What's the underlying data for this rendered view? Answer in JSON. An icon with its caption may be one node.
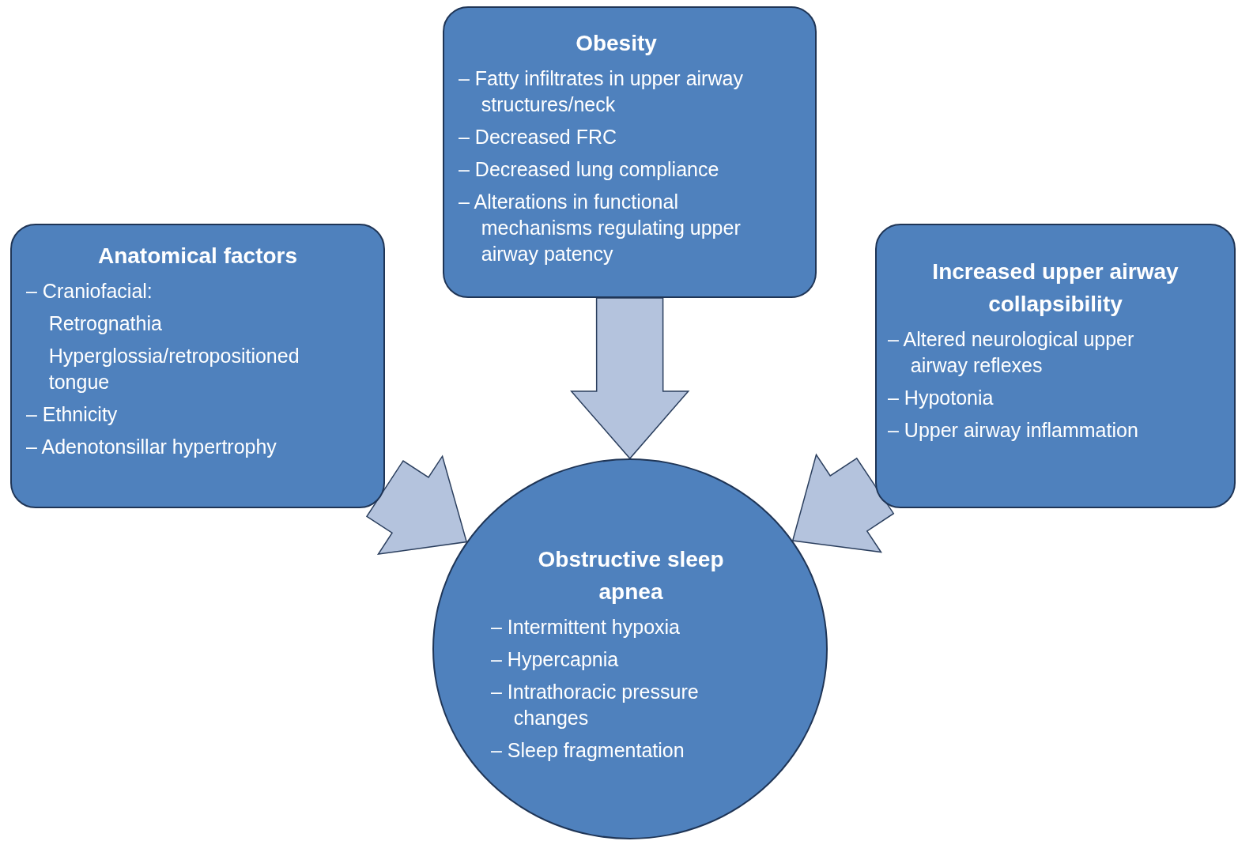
{
  "diagram": {
    "nodes": [
      {
        "text": [
          "Obesity",
          "– Fatty infiltrates in upper airway structures/neck",
          "– Decreased FRC",
          "– Decreased lung compliance",
          "– Alterations in functional mechanisms regulating upper airway patency"
        ]
      },
      {
        "text": [
          "Anatomical factors",
          "– Craniofacial:",
          "Retrognathia",
          "Hyperglossia/retropositioned tongue",
          "– Ethnicity",
          "– Adenotonsillar hypertrophy"
        ]
      },
      {
        "text": [
          "Increased upper airway collapsibility",
          "– Altered neurological upper airway reflexes",
          "– Hypotonia",
          "– Upper airway inflammation"
        ]
      },
      {
        "text": [
          "Obstructive sleep apnea",
          "– Intermittent hypoxia",
          "– Hypercapnia",
          "– Intrathoracic pressure changes",
          "– Sleep fragmentation"
        ]
      }
    ],
    "edges": [
      {
        "from": 0,
        "to": 3,
        "arrow": "to"
      },
      {
        "from": 1,
        "to": 3,
        "arrow": "to"
      },
      {
        "from": 2,
        "to": 3,
        "arrow": "to"
      }
    ]
  }
}
